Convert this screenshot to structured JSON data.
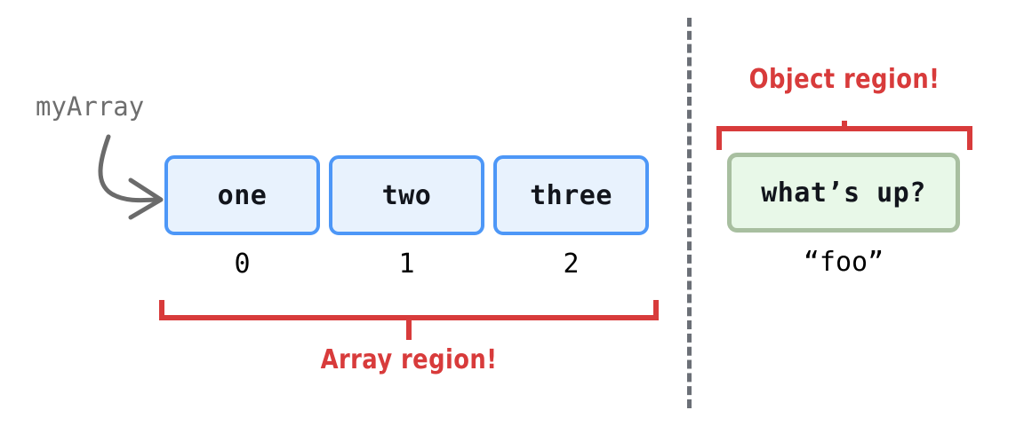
{
  "diagram": {
    "title": "Array region and Object region memory layout",
    "colors": {
      "box_border_blue": "#4d97f7",
      "box_fill_blue": "#e8f2fd",
      "box_border_green": "#a8bfa0",
      "box_fill_green": "#e8f8e8",
      "annotation_red": "#d83b3b",
      "divider_gray": "#6b6f76",
      "label_gray": "#6e6e6e",
      "text_black": "#12151c"
    },
    "array_side": {
      "variable_label": "myArray",
      "pointer_arrow": "curved-arrow-icon",
      "cells": [
        {
          "value": "one",
          "index": "0"
        },
        {
          "value": "two",
          "index": "1"
        },
        {
          "value": "three",
          "index": "2"
        }
      ],
      "region_label": "Array region!"
    },
    "object_side": {
      "region_label": "Object region!",
      "cells": [
        {
          "value": "what’s up?",
          "key": "“foo”"
        }
      ]
    },
    "divider": "dashed-vertical-divider"
  }
}
